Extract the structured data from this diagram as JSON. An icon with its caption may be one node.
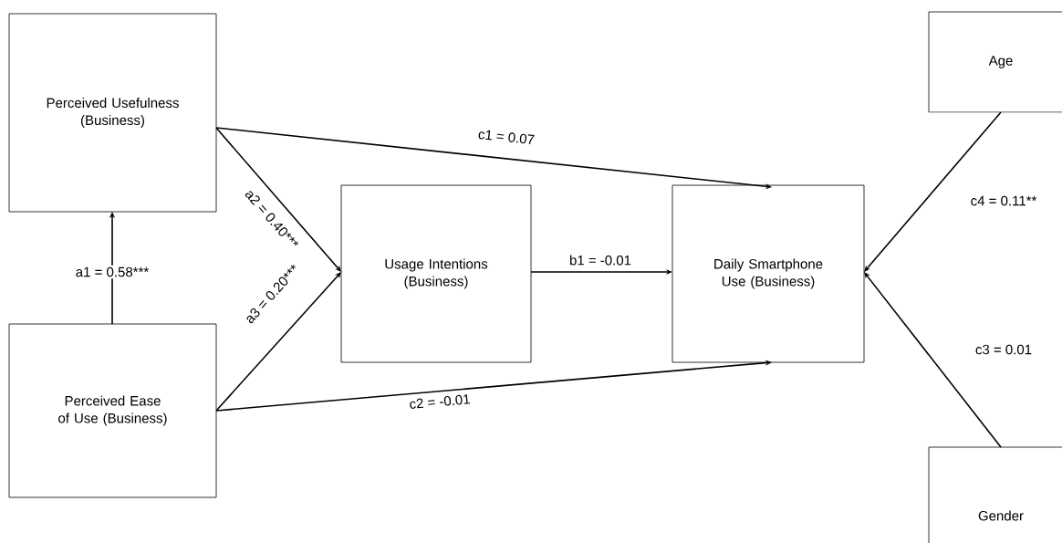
{
  "diagram": {
    "nodes": [
      {
        "text": [
          "Perceived Usefulness (Business)"
        ]
      },
      {
        "text": [
          "Perceived Ease of Use (Business)"
        ]
      },
      {
        "text": [
          "Usage Intentions (Business)"
        ]
      },
      {
        "text": [
          "Daily Smartphone Use (Business)"
        ]
      },
      {
        "text": [
          "Age"
        ]
      },
      {
        "text": [
          "Gender"
        ]
      }
    ],
    "edges": [
      {
        "from": 1,
        "to": 0,
        "arrow": "to",
        "label": "a1 = 0.58***"
      },
      {
        "from": 0,
        "to": 2,
        "arrow": "to",
        "label": "a2 = 0.40***"
      },
      {
        "from": 1,
        "to": 2,
        "arrow": "to",
        "label": "a3 = 0.20***"
      },
      {
        "from": 0,
        "to": 3,
        "arrow": "to",
        "label": "c1 = 0.07"
      },
      {
        "from": 1,
        "to": 3,
        "arrow": "to",
        "label": "c2 = -0.01"
      },
      {
        "from": 2,
        "to": 3,
        "arrow": "to",
        "label": "b1 = -0.01"
      },
      {
        "from": 4,
        "to": 3,
        "arrow": "to",
        "label": "c4 = 0.11**"
      },
      {
        "from": 5,
        "to": 3,
        "arrow": "to",
        "label": "c3 = 0.01"
      }
    ]
  }
}
